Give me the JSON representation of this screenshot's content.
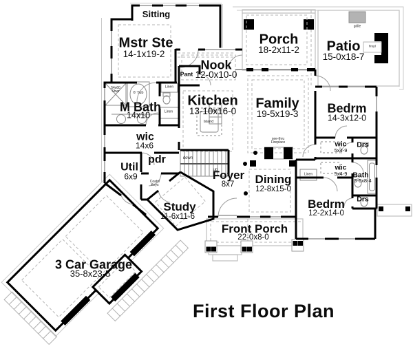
{
  "plan": {
    "title": "First Floor Plan",
    "rooms": {
      "sitting": {
        "name": "Sitting"
      },
      "mstr_ste": {
        "name": "Mstr Ste",
        "dims": "14-1x19-2"
      },
      "porch": {
        "name": "Porch",
        "dims": "18-2x11-2"
      },
      "patio": {
        "name": "Patio",
        "dims": "15-0x18-7"
      },
      "nook": {
        "name": "Nook",
        "dims": "12-0x10-0"
      },
      "kitchen": {
        "name": "Kitchen",
        "dims": "13-10x16-0"
      },
      "family": {
        "name": "Family",
        "dims": "19-5x19-3"
      },
      "bedrm_right": {
        "name": "Bedrm",
        "dims": "14-3x12-0"
      },
      "m_bath": {
        "name": "M Bath",
        "dims": "14x10"
      },
      "wic_master": {
        "name": "wic",
        "dims": "14x6"
      },
      "util": {
        "name": "Util",
        "dims": "6x9"
      },
      "pdr": {
        "name": "pdr"
      },
      "foyer": {
        "name": "Foyer",
        "dims": "8x7"
      },
      "dining": {
        "name": "Dining",
        "dims": "12-8x15-0"
      },
      "wic_1": {
        "name": "wic",
        "dims": "5x4-9"
      },
      "drs_1": {
        "name": "Drs"
      },
      "wic_2": {
        "name": "wic",
        "dims": "5x4-9"
      },
      "bath_2": {
        "name": "Bath",
        "dims": "5-6x8-4"
      },
      "drs_2": {
        "name": "Drs"
      },
      "bedrm_lower": {
        "name": "Bedrm",
        "dims": "12-2x14-0"
      },
      "study": {
        "name": "Study",
        "dims": "11-6x11-6"
      },
      "front_porch": {
        "name": "Front Porch",
        "dims": "22-0x8-0"
      },
      "garage": {
        "name": "3 Car Garage",
        "dims": "35-8x23-5"
      }
    },
    "annotations": {
      "pantry": "Pant",
      "island": "Island",
      "linen": "Linen",
      "shower": "54x60\nShwr",
      "tub": "6' Tub",
      "coats_keys": "Coats/\nKeys",
      "stairs_down": "down",
      "stairs_up": "up",
      "see_thru_fireplace": "see-thru\nFireplace",
      "grille": "grille",
      "fireplace": "firepl"
    },
    "colors": {
      "wall": "#000000",
      "thin_line": "#c4c4c4",
      "dashed_line": "#b5b5b5",
      "grille_fill": "#b3b3b3",
      "text": "#0b0b0b"
    }
  }
}
